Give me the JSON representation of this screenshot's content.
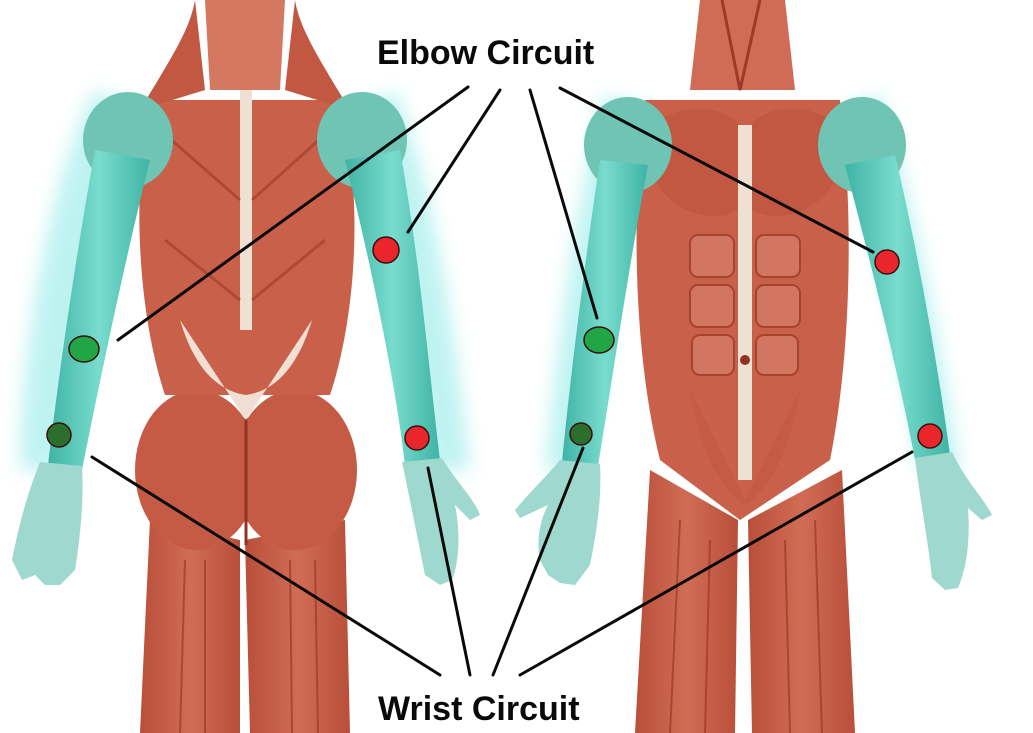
{
  "labels": {
    "elbow_circuit": "Elbow Circuit",
    "wrist_circuit": "Wrist Circuit"
  },
  "colors": {
    "background": "#ffffff",
    "muscle": "#c8604a",
    "muscle_dark": "#9c3a2a",
    "tendon": "#f1dfd3",
    "arm_highlight": "#5fd2c4",
    "glow": "#aef0ee",
    "point_red": "#e8262b",
    "point_green": "#22a544",
    "point_dark_green": "#2c6f2c",
    "leader_line": "#0a0a0a"
  },
  "figures": [
    {
      "view": "back",
      "points": [
        "green-elbow",
        "red-elbow",
        "dark-green-wrist",
        "red-wrist"
      ]
    },
    {
      "view": "front",
      "points": [
        "green-elbow",
        "red-elbow",
        "dark-green-wrist",
        "red-wrist"
      ]
    }
  ]
}
